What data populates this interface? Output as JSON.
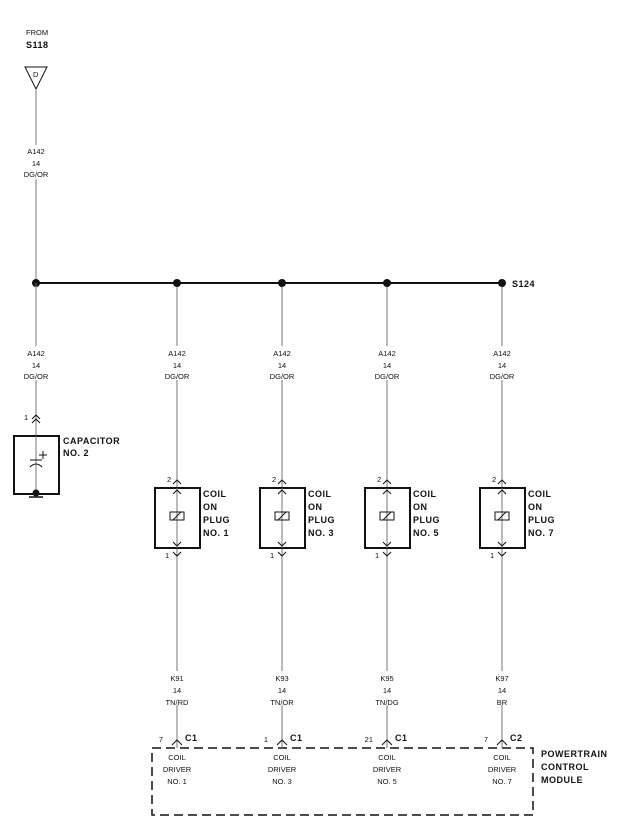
{
  "source": {
    "from_label": "FROM",
    "splice": "S118",
    "connector_letter": "D"
  },
  "feed_wire": {
    "circuit": "A142",
    "gauge": "14",
    "color": "DG/OR"
  },
  "bus_splice": "S124",
  "capacitor": {
    "wire": {
      "circuit": "A142",
      "gauge": "14",
      "color": "DG/OR"
    },
    "pin": "1",
    "label_line1": "CAPACITOR",
    "label_line2": "NO. 2"
  },
  "coils": [
    {
      "wire_top": {
        "circuit": "A142",
        "gauge": "14",
        "color": "DG/OR"
      },
      "pin_top": "2",
      "pin_bottom": "1",
      "label": [
        "COIL",
        "ON",
        "PLUG",
        "NO. 1"
      ],
      "wire_bottom": {
        "circuit": "K91",
        "gauge": "14",
        "color": "TN/RD"
      },
      "pcm_pin": "7",
      "pcm_connector": "C1",
      "driver": [
        "COIL",
        "DRIVER",
        "NO. 1"
      ]
    },
    {
      "wire_top": {
        "circuit": "A142",
        "gauge": "14",
        "color": "DG/OR"
      },
      "pin_top": "2",
      "pin_bottom": "1",
      "label": [
        "COIL",
        "ON",
        "PLUG",
        "NO. 3"
      ],
      "wire_bottom": {
        "circuit": "K93",
        "gauge": "14",
        "color": "TN/OR"
      },
      "pcm_pin": "1",
      "pcm_connector": "C1",
      "driver": [
        "COIL",
        "DRIVER",
        "NO. 3"
      ]
    },
    {
      "wire_top": {
        "circuit": "A142",
        "gauge": "14",
        "color": "DG/OR"
      },
      "pin_top": "2",
      "pin_bottom": "1",
      "label": [
        "COIL",
        "ON",
        "PLUG",
        "NO. 5"
      ],
      "wire_bottom": {
        "circuit": "K95",
        "gauge": "14",
        "color": "TN/DG"
      },
      "pcm_pin": "21",
      "pcm_connector": "C1",
      "driver": [
        "COIL",
        "DRIVER",
        "NO. 5"
      ]
    },
    {
      "wire_top": {
        "circuit": "A142",
        "gauge": "14",
        "color": "DG/OR"
      },
      "pin_top": "2",
      "pin_bottom": "1",
      "label": [
        "COIL",
        "ON",
        "PLUG",
        "NO. 7"
      ],
      "wire_bottom": {
        "circuit": "K97",
        "gauge": "14",
        "color": "BR"
      },
      "pcm_pin": "7",
      "pcm_connector": "C2",
      "driver": [
        "COIL",
        "DRIVER",
        "NO. 7"
      ]
    }
  ],
  "pcm": {
    "label": [
      "POWERTRAIN",
      "CONTROL",
      "MODULE"
    ]
  }
}
